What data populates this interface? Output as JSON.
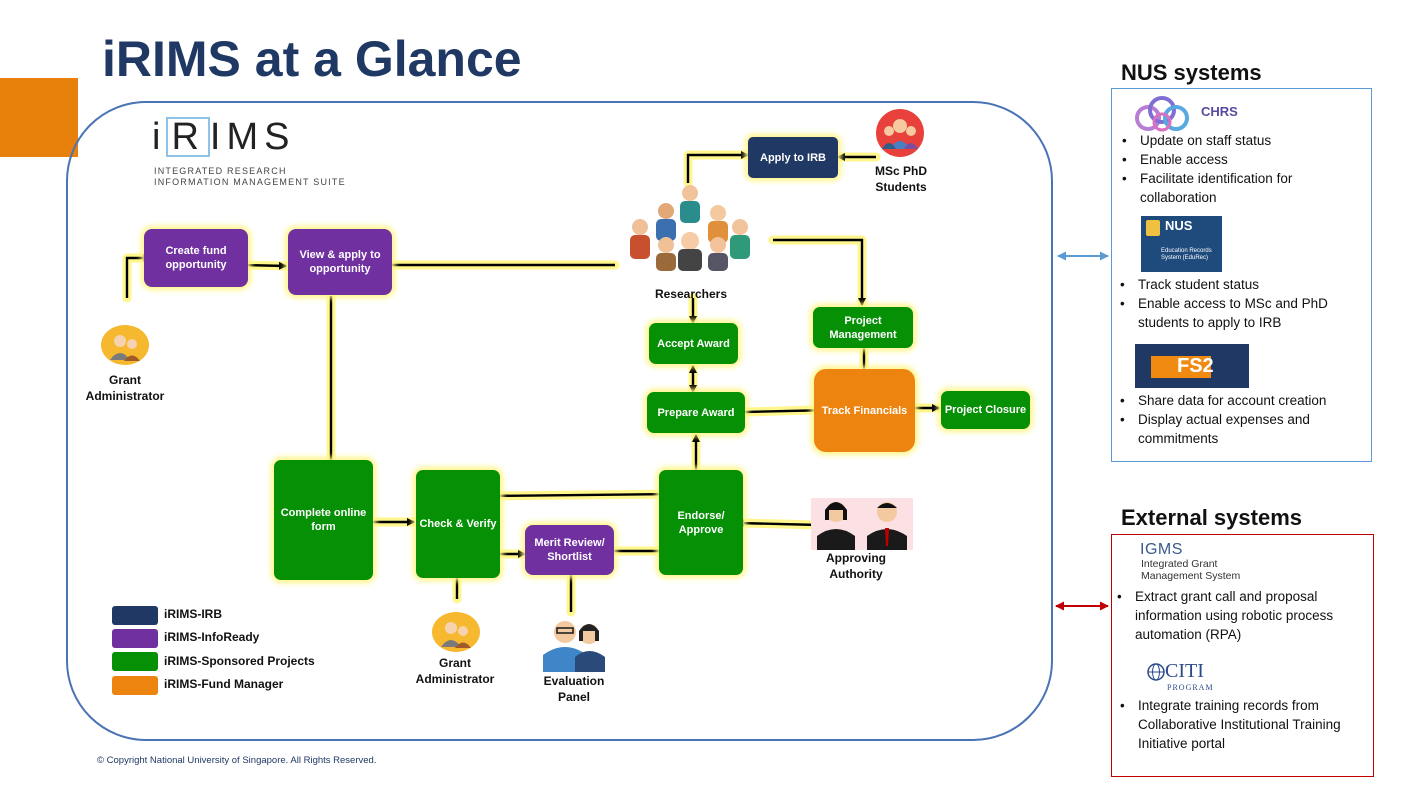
{
  "title": "iRIMS at a Glance",
  "logo": {
    "letters_left": "i",
    "letter_boxed": "R",
    "letters_right": "IMS",
    "subtitle_line1": "INTEGRATED RESEARCH",
    "subtitle_line2": "INFORMATION MANAGEMENT SUITE"
  },
  "nodes": {
    "apply_irb": "Apply to IRB",
    "create_fund": "Create fund opportunity",
    "view_apply": "View & apply to opportunity",
    "accept_award": "Accept Award",
    "project_mgmt": "Project Management",
    "prepare_award": "Prepare Award",
    "track_fin": "Track Financials",
    "project_closure": "Project Closure",
    "complete_form": "Complete online form",
    "check_verify": "Check & Verify",
    "merit_review": "Merit Review/ Shortlist",
    "endorse": "Endorse/ Approve"
  },
  "people": {
    "msc_phd": "MSc PhD Students",
    "researchers": "Researchers",
    "grant_admin_top": "Grant Administrator",
    "grant_admin_bottom": "Grant Administrator",
    "evaluation_panel": "Evaluation Panel",
    "approving_authority": "Approving Authority"
  },
  "legend": [
    {
      "label": "iRIMS-IRB",
      "color": "#1f3864"
    },
    {
      "label": "iRIMS-InfoReady",
      "color": "#7030a0"
    },
    {
      "label": "iRIMS-Sponsored Projects",
      "color": "#069006"
    },
    {
      "label": "iRIMS-Fund Manager",
      "color": "#ee8410"
    }
  ],
  "nus": {
    "title": "NUS systems",
    "chrs_logo": "CHRS",
    "chrs_bullets": [
      "Update on staff status",
      "Enable access",
      "Facilitate identification for collaboration"
    ],
    "edurec_logo": "NUS",
    "edurec_sub": "Education Records System (EduRec)",
    "edurec_bullets": [
      "Track student status",
      "Enable access to MSc and PhD students to apply to IRB"
    ],
    "fs2_logo": "FS2",
    "fs2_bullets": [
      "Share data for account creation",
      "Display actual expenses and commitments"
    ]
  },
  "external": {
    "title": "External systems",
    "igms_logo": "IGMS",
    "igms_sub": "Integrated Grant Management System",
    "igms_bullets": [
      "Extract grant call and proposal information using robotic process automation (RPA)"
    ],
    "citi_logo": "CITI",
    "citi_sub": "PROGRAM",
    "citi_bullets": [
      "Integrate training records from Collaborative Institutional Training Initiative portal"
    ]
  },
  "colors": {
    "irb": "#1f3864",
    "infoready": "#7030a0",
    "sponsored": "#069006",
    "fund_manager": "#ee8410",
    "nus_border": "#5b9bd5",
    "external_border": "#c00000"
  },
  "copyright": "© Copyright National University of Singapore. All Rights Reserved."
}
